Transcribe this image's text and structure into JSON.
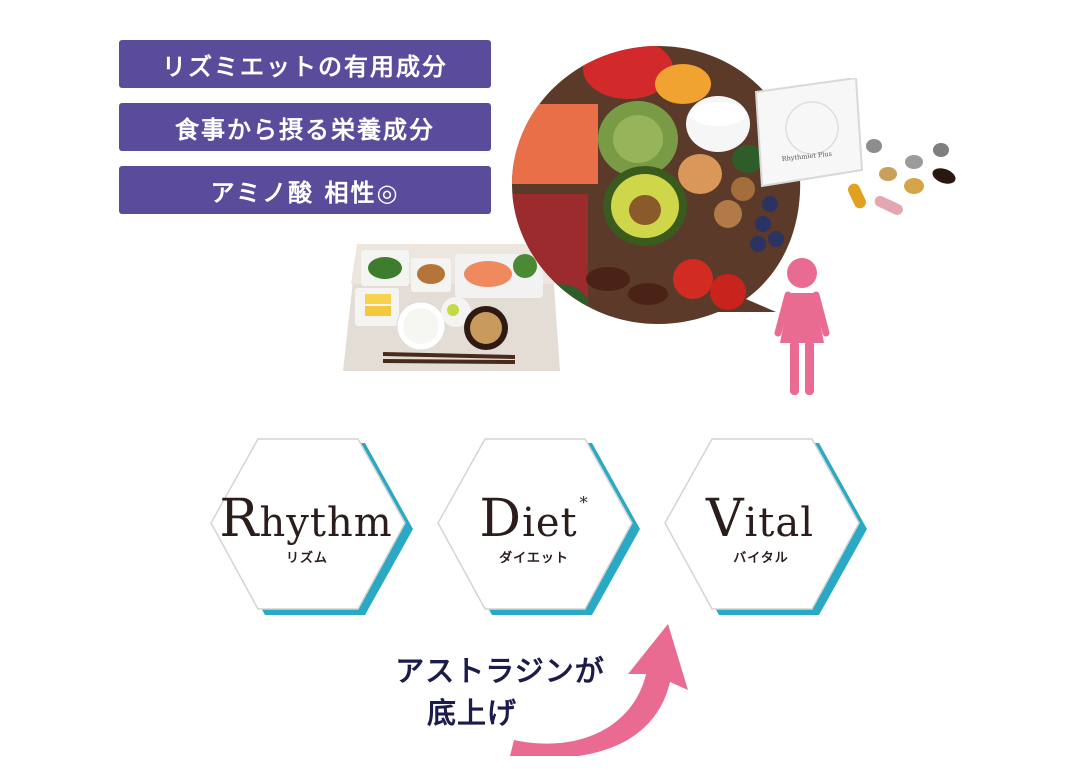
{
  "labels": [
    "リズミエットの有用成分",
    "食事から摂る栄養成分",
    "アミノ酸 相性◎"
  ],
  "packet_text": "Rhythmiet Plus",
  "pillars": [
    {
      "initial": "R",
      "rest": "hythm",
      "sup": "",
      "sub": "リズム"
    },
    {
      "initial": "D",
      "rest": "iet",
      "sup": "*",
      "sub": "ダイエット"
    },
    {
      "initial": "V",
      "rest": "ital",
      "sup": "",
      "sub": "バイタル"
    }
  ],
  "callout": {
    "line1": "アストラジンが",
    "line2": "底上げ"
  },
  "colors": {
    "label_bg": "#5a4b9b",
    "hex_shadow": "#2aa9c4",
    "woman": "#ea6b92",
    "arrow": "#ea6b92",
    "callout_text": "#1c1c4a"
  },
  "icons": [
    "meal-photo",
    "food-collage-photo",
    "supplement-packet",
    "supplement-pills",
    "woman-icon",
    "curved-arrow-icon"
  ]
}
